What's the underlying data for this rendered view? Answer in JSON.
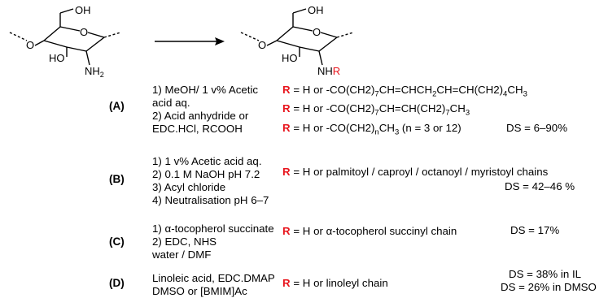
{
  "scheme": {
    "reactant": {
      "atoms": {
        "oh_top": "OH",
        "o_ring": "O",
        "o_link": "O",
        "ho": "HO",
        "nh2": "NH",
        "nh2_sub": "2"
      }
    },
    "product": {
      "atoms": {
        "oh_top": "OH",
        "o_ring": "O",
        "o_link": "O",
        "ho": "HO",
        "nh": "NH",
        "r": "R"
      }
    },
    "r_symbol": "R",
    "routes": [
      {
        "label": "(A)",
        "conditions": [
          "1) MeOH/ 1 v% Acetic",
          "acid aq.",
          "2) Acid anhydride or",
          "EDC.HCl, RCOOH"
        ],
        "substituents": [
          "= H or  -CO(CH2)7CH=CHCH2CH=CH(CH2)4CH3",
          "= H or -CO(CH2)7CH=CH(CH2)7CH3",
          "= H or -CO(CH2)nCH3    (n = 3 or 12)"
        ],
        "ds": "DS = 6–90%"
      },
      {
        "label": "(B)",
        "conditions": [
          "1) 1 v% Acetic acid  aq.",
          "2) 0.1 M NaOH pH 7.2",
          "3) Acyl chloride",
          "4) Neutralisation pH 6–7"
        ],
        "substituents": [
          "= H or palmitoyl / caproyl / octanoyl / myristoyl chains"
        ],
        "ds": "DS = 42–46 %"
      },
      {
        "label": "(C)",
        "conditions": [
          "1) α-tocopherol succinate",
          "2) EDC, NHS",
          "water / DMF"
        ],
        "substituents": [
          "= H or α-tocopherol succinyl chain"
        ],
        "ds": "DS = 17%"
      },
      {
        "label": "(D)",
        "conditions": [
          "Linoleic acid, EDC.DMAP",
          "DMSO or [BMIM]Ac"
        ],
        "substituents": [
          "= H or linoleyl chain"
        ],
        "ds_lines": [
          "DS = 38% in IL",
          "DS = 26% in DMSO"
        ]
      }
    ]
  }
}
